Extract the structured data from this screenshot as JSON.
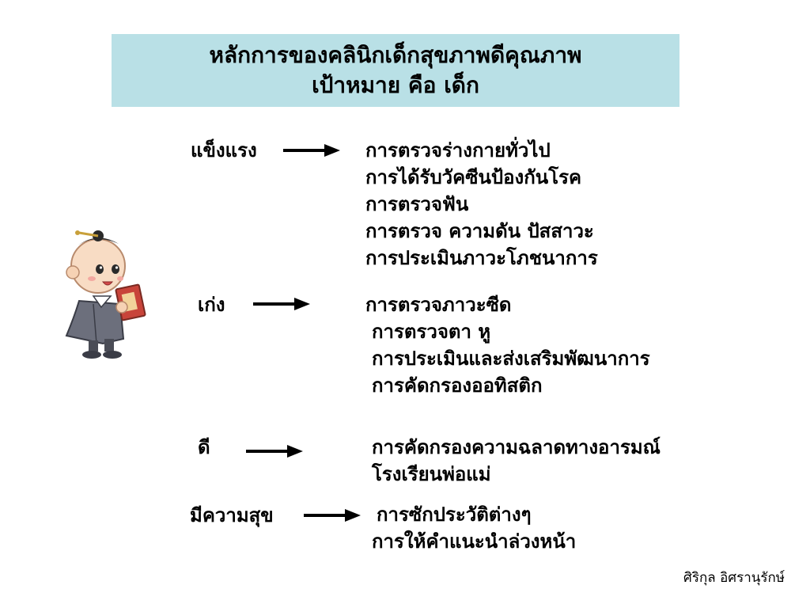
{
  "title": {
    "line1": "หลักการของคลินิกเด็กสุขภาพดีคุณภาพ",
    "line2": "เป้าหมาย คือ เด็ก"
  },
  "sections": [
    {
      "label": "แข็งแรง",
      "items": [
        "การตรวจร่างกายทั่วไป",
        "การได้รับวัคซีนป้องกันโรค",
        "การตรวจฟัน",
        "การตรวจ ความดัน ปัสสาวะ",
        "การประเมินภาวะโภชนาการ"
      ]
    },
    {
      "label": "เก่ง",
      "items": [
        "การตรวจภาวะซีด",
        "การตรวจตา หู",
        "การประเมินและส่งเสริมพัฒนาการ",
        "การคัดกรองออทิสติก"
      ]
    },
    {
      "label": "ดี",
      "items": [
        "การคัดกรองความฉลาดทางอารมณ์",
        "โรงเรียนพ่อแม่"
      ]
    },
    {
      "label": "มีความสุข",
      "items": [
        "การซักประวัติต่างๆ",
        "การให้คำแนะนำล่วงหน้า"
      ]
    }
  ],
  "author": "ศิริกุล อิศรานุรักษ์",
  "colors": {
    "title_background": "#b9e0e6",
    "text": "#000000"
  },
  "icons": {
    "arrow": "right-arrow-icon",
    "character": "graduate-child-illustration"
  }
}
